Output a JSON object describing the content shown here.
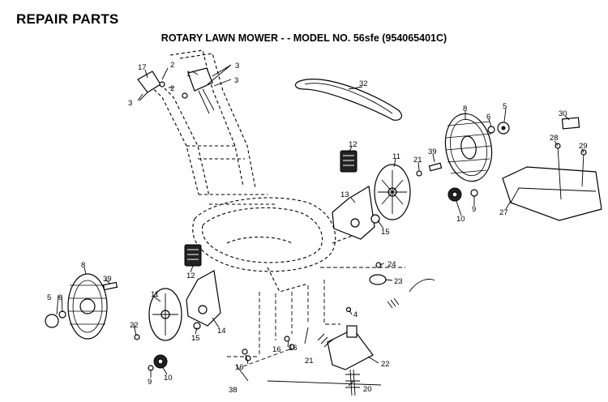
{
  "header": {
    "section_title": "REPAIR PARTS",
    "diagram_title": "ROTARY LAWN MOWER - - MODEL NO. 56sfe (954065401C)"
  },
  "callouts": [
    "1",
    "2",
    "2",
    "3",
    "3",
    "3",
    "4",
    "5",
    "5",
    "6",
    "6",
    "8",
    "8",
    "9",
    "9",
    "10",
    "10",
    "11",
    "11",
    "12",
    "12",
    "13",
    "14",
    "15",
    "15",
    "16",
    "16",
    "16",
    "17",
    "18",
    "20",
    "21",
    "21",
    "22",
    "23",
    "24",
    "27",
    "28",
    "29",
    "30",
    "32",
    "38",
    "39",
    "39"
  ]
}
